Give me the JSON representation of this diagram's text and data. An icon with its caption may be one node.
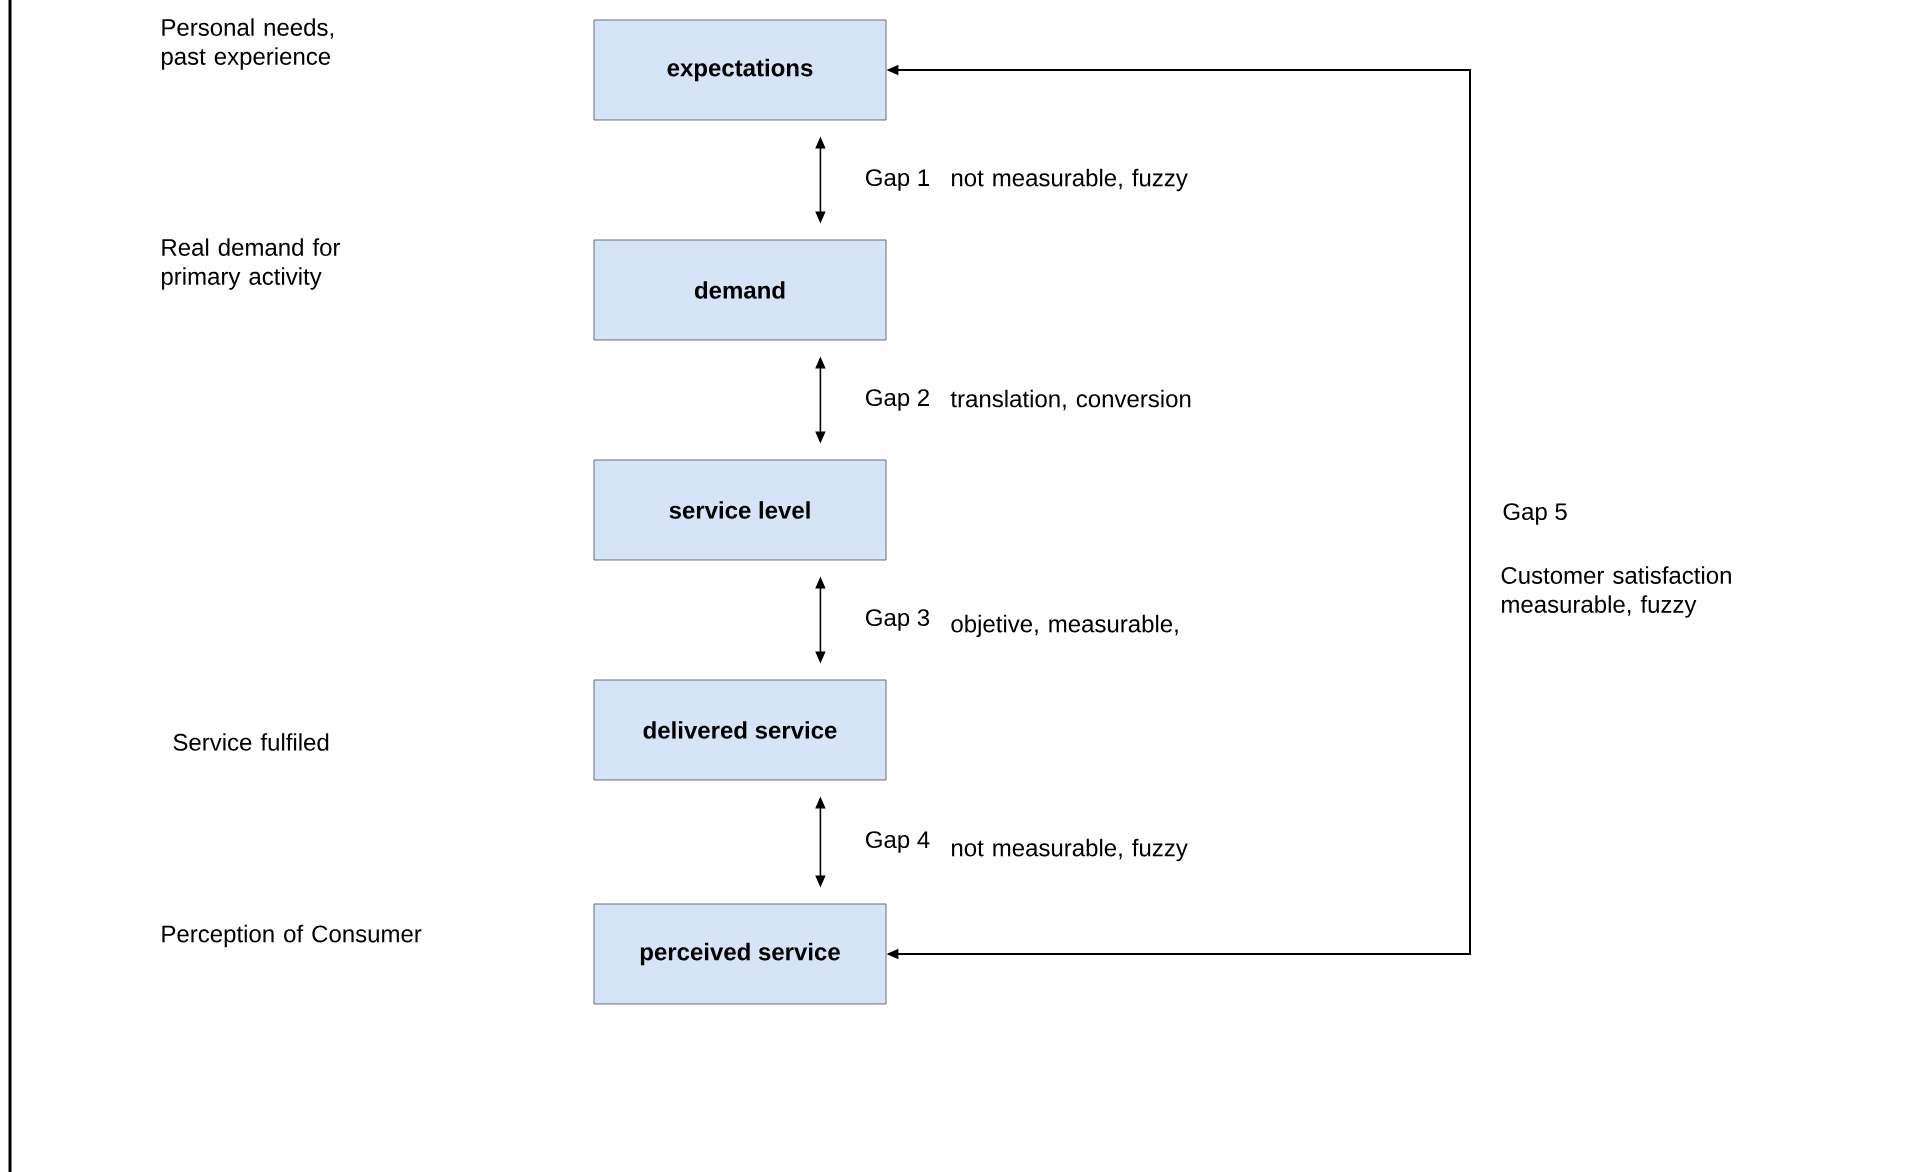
{
  "diagram": {
    "nodes": [
      {
        "text": [
          "expectations"
        ]
      },
      {
        "text": [
          "demand"
        ]
      },
      {
        "text": [
          "service level"
        ]
      },
      {
        "text": [
          "delivered service"
        ]
      },
      {
        "text": [
          "perceived service"
        ]
      }
    ],
    "edges": [
      {
        "from": 0,
        "to": 1,
        "arrow": "both",
        "label": "Gap 1"
      },
      {
        "from": 1,
        "to": 2,
        "arrow": "both",
        "label": "Gap 2"
      },
      {
        "from": 2,
        "to": 3,
        "arrow": "both",
        "label": "Gap 3"
      },
      {
        "from": 3,
        "to": 4,
        "arrow": "both",
        "label": "Gap 4"
      },
      {
        "from": 4,
        "to": 0,
        "arrow": "both",
        "label": "Gap 5"
      }
    ],
    "labels": [
      "Personal needs, past experience",
      "not measurable, fuzzy",
      "Real demand for primary activity",
      "translation, conversion",
      "Customer satisfaction measurable, fuzzy",
      "objetive, measurable,",
      "Service fulfiled",
      "not measurable, fuzzy",
      "Perception of Consumer"
    ]
  }
}
